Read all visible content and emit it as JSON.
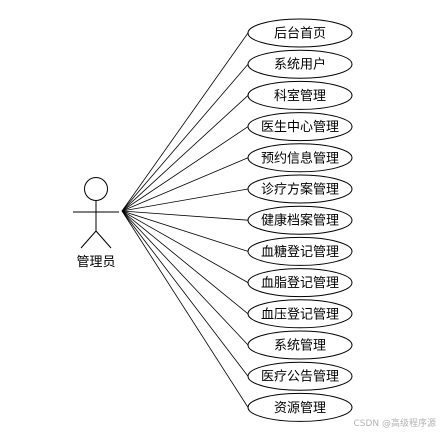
{
  "actor": {
    "label": "管理员"
  },
  "use_cases": [
    "后台首页",
    "系统用户",
    "科室管理",
    "医生中心管理",
    "预约信息管理",
    "诊疗方案管理",
    "健康档案管理",
    "血糖登记管理",
    "血脂登记管理",
    "血压登记管理",
    "系统管理",
    "医疗公告管理",
    "资源管理"
  ],
  "watermark": "CSDN @高级程序源",
  "colors": {
    "stroke": "#000000",
    "ellipse_fill": "#ffffff",
    "background": "#ffffff"
  }
}
